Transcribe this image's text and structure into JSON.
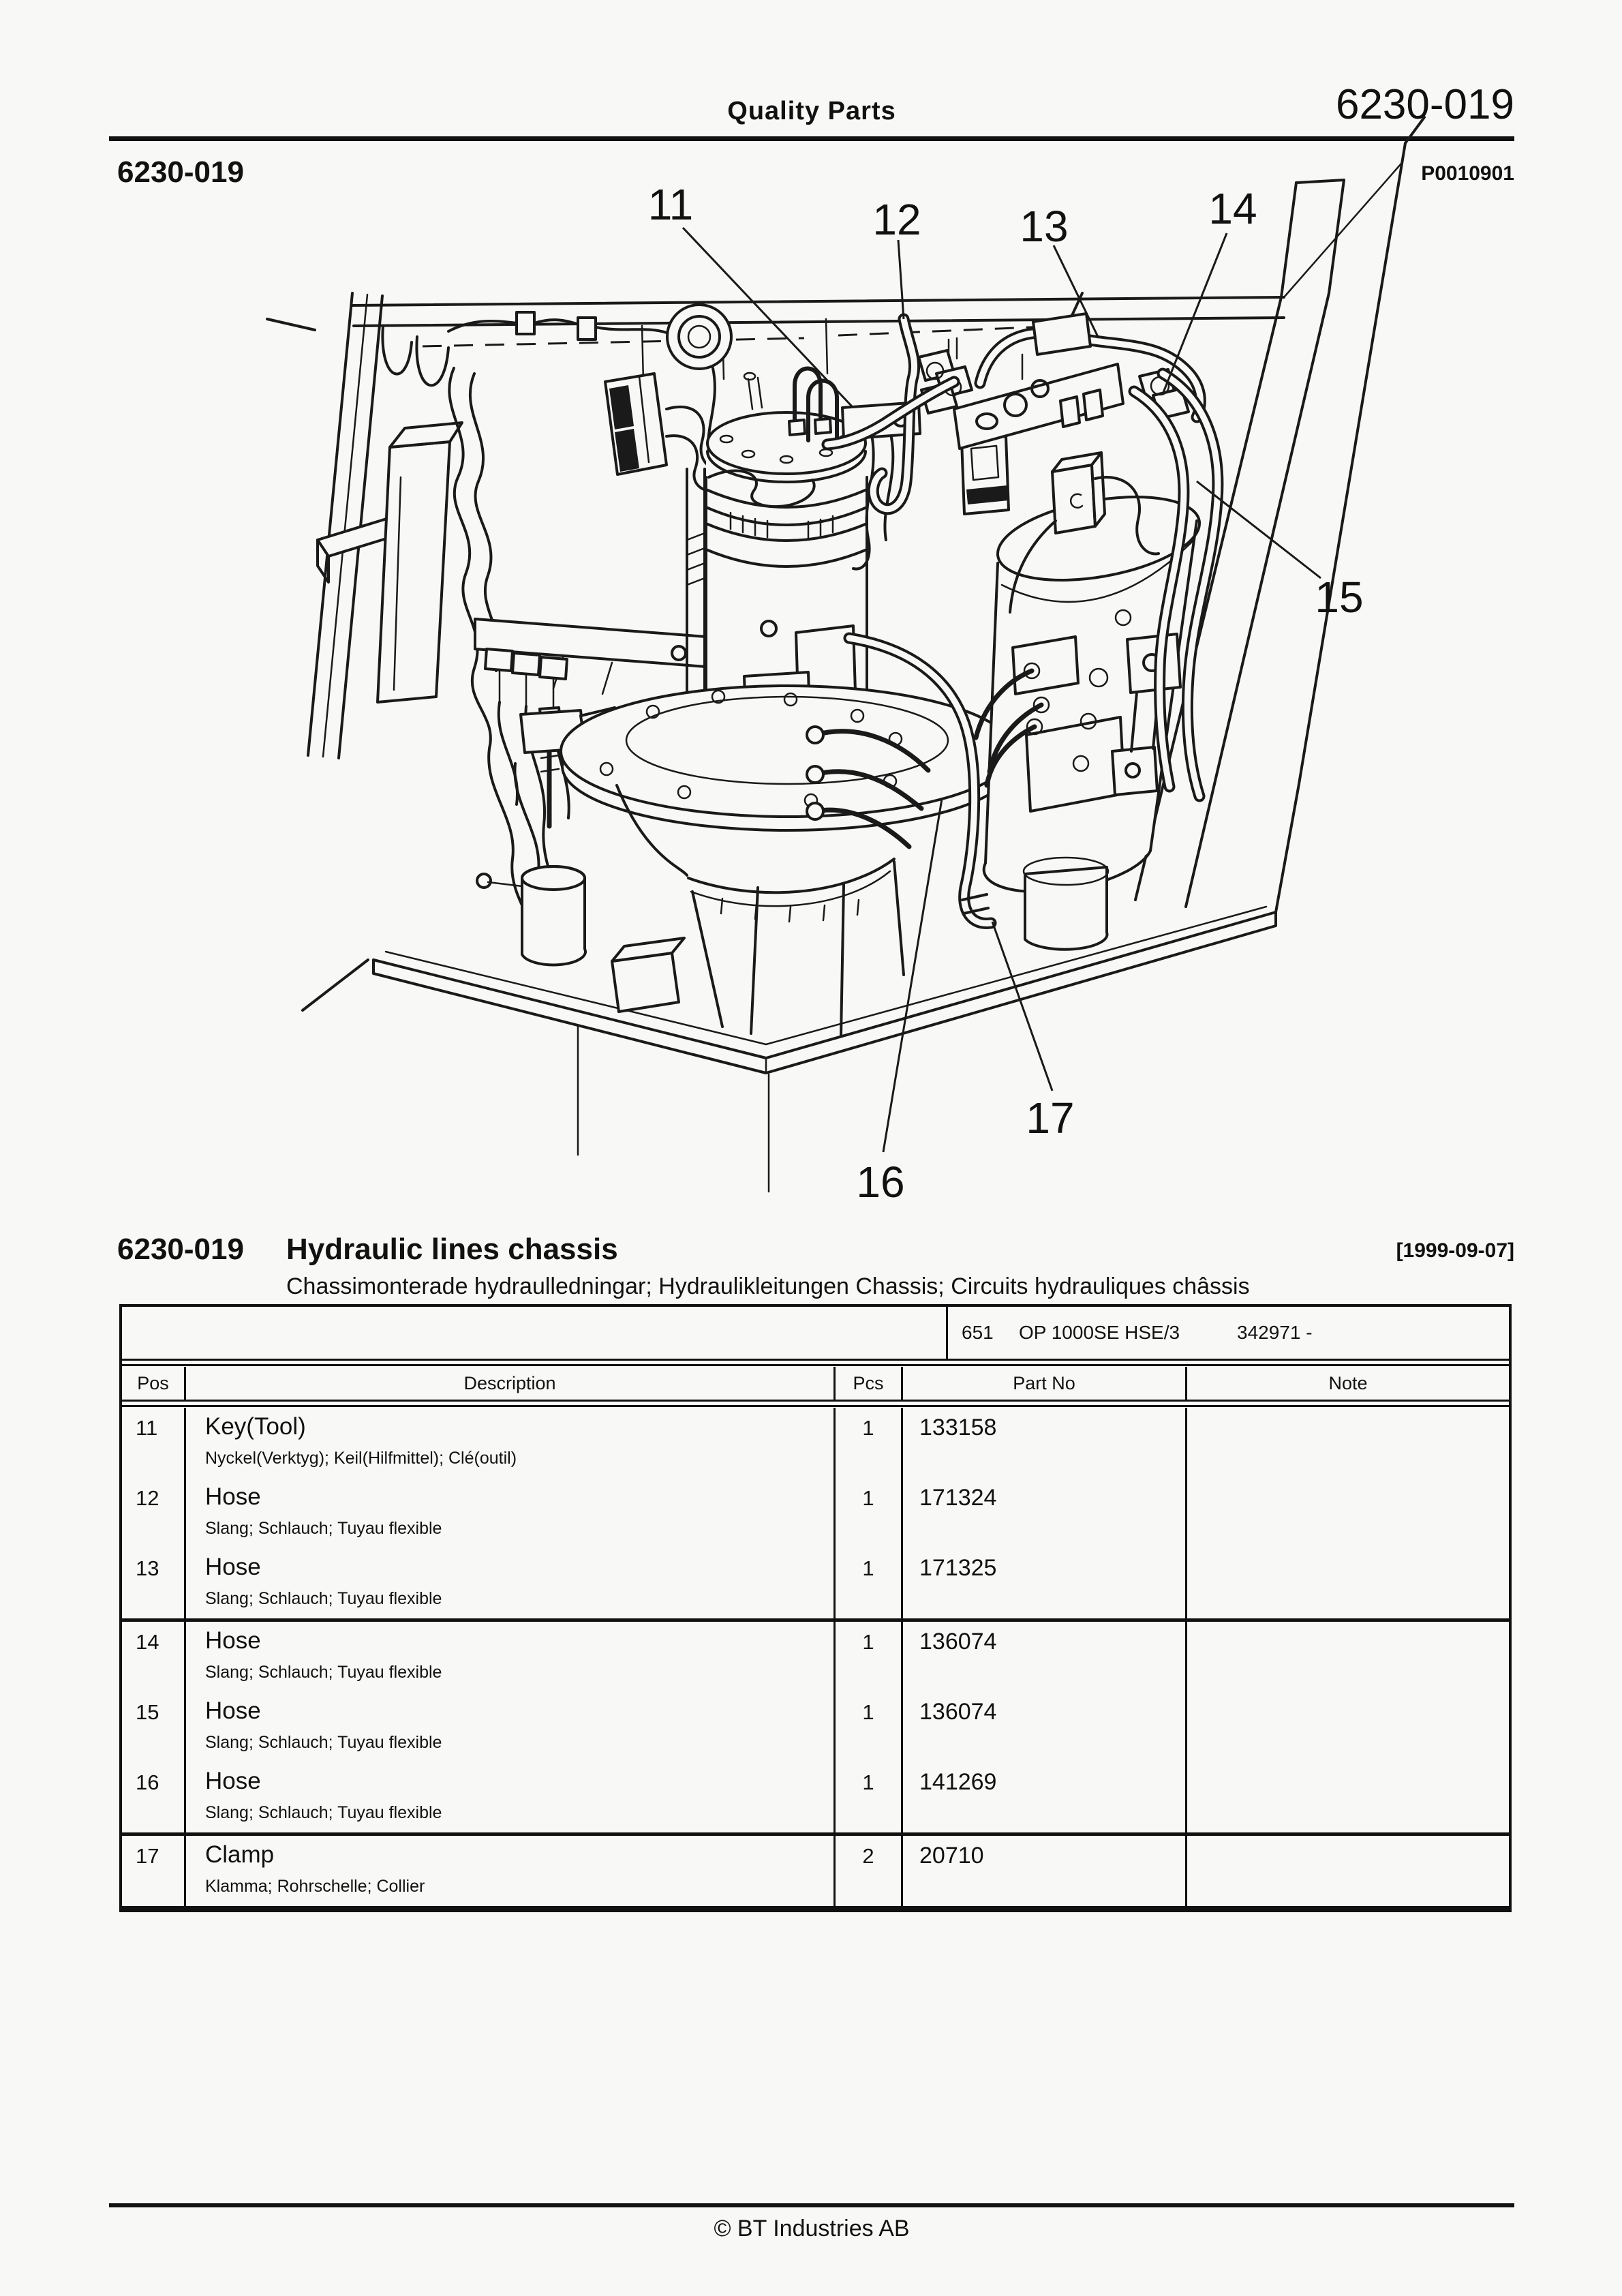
{
  "header": {
    "center_title": "Quality Parts",
    "doc_number_right": "6230-019",
    "page_code_left": "6230-019",
    "image_ref": "P0010901"
  },
  "diagram": {
    "callouts": [
      {
        "label": "11"
      },
      {
        "label": "12"
      },
      {
        "label": "13"
      },
      {
        "label": "14"
      },
      {
        "label": "15"
      },
      {
        "label": "16"
      },
      {
        "label": "17"
      }
    ]
  },
  "section": {
    "number": "6230-019",
    "title": "Hydraulic lines chassis",
    "revision_date": "[1999-09-07]",
    "subtitle": "Chassimonterade hydraulledningar; Hydraulikleitungen Chassis; Circuits hydrauliques châssis"
  },
  "parts_table": {
    "model": {
      "code": "651",
      "name": "OP 1000SE HSE/3",
      "serial_range": "342971 -"
    },
    "headers": {
      "pos": "Pos",
      "description": "Description",
      "pcs": "Pcs",
      "part_no": "Part No",
      "note": "Note"
    },
    "rows": [
      {
        "pos": "11",
        "description": "Key(Tool)",
        "description_alt": "Nyckel(Verktyg); Keil(Hilfmittel); Clé(outil)",
        "pcs": "1",
        "part_no": "133158",
        "note": ""
      },
      {
        "pos": "12",
        "description": "Hose",
        "description_alt": "Slang; Schlauch; Tuyau flexible",
        "pcs": "1",
        "part_no": "171324",
        "note": ""
      },
      {
        "pos": "13",
        "description": "Hose",
        "description_alt": "Slang; Schlauch; Tuyau flexible",
        "pcs": "1",
        "part_no": "171325",
        "note": ""
      },
      {
        "pos": "14",
        "description": "Hose",
        "description_alt": "Slang; Schlauch; Tuyau flexible",
        "pcs": "1",
        "part_no": "136074",
        "note": ""
      },
      {
        "pos": "15",
        "description": "Hose",
        "description_alt": "Slang; Schlauch; Tuyau flexible",
        "pcs": "1",
        "part_no": "136074",
        "note": ""
      },
      {
        "pos": "16",
        "description": "Hose",
        "description_alt": "Slang; Schlauch; Tuyau flexible",
        "pcs": "1",
        "part_no": "141269",
        "note": ""
      },
      {
        "pos": "17",
        "description": "Clamp",
        "description_alt": "Klamma; Rohrschelle; Collier",
        "pcs": "2",
        "part_no": "20710",
        "note": ""
      }
    ]
  },
  "footer": {
    "copyright": "© BT Industries AB"
  }
}
